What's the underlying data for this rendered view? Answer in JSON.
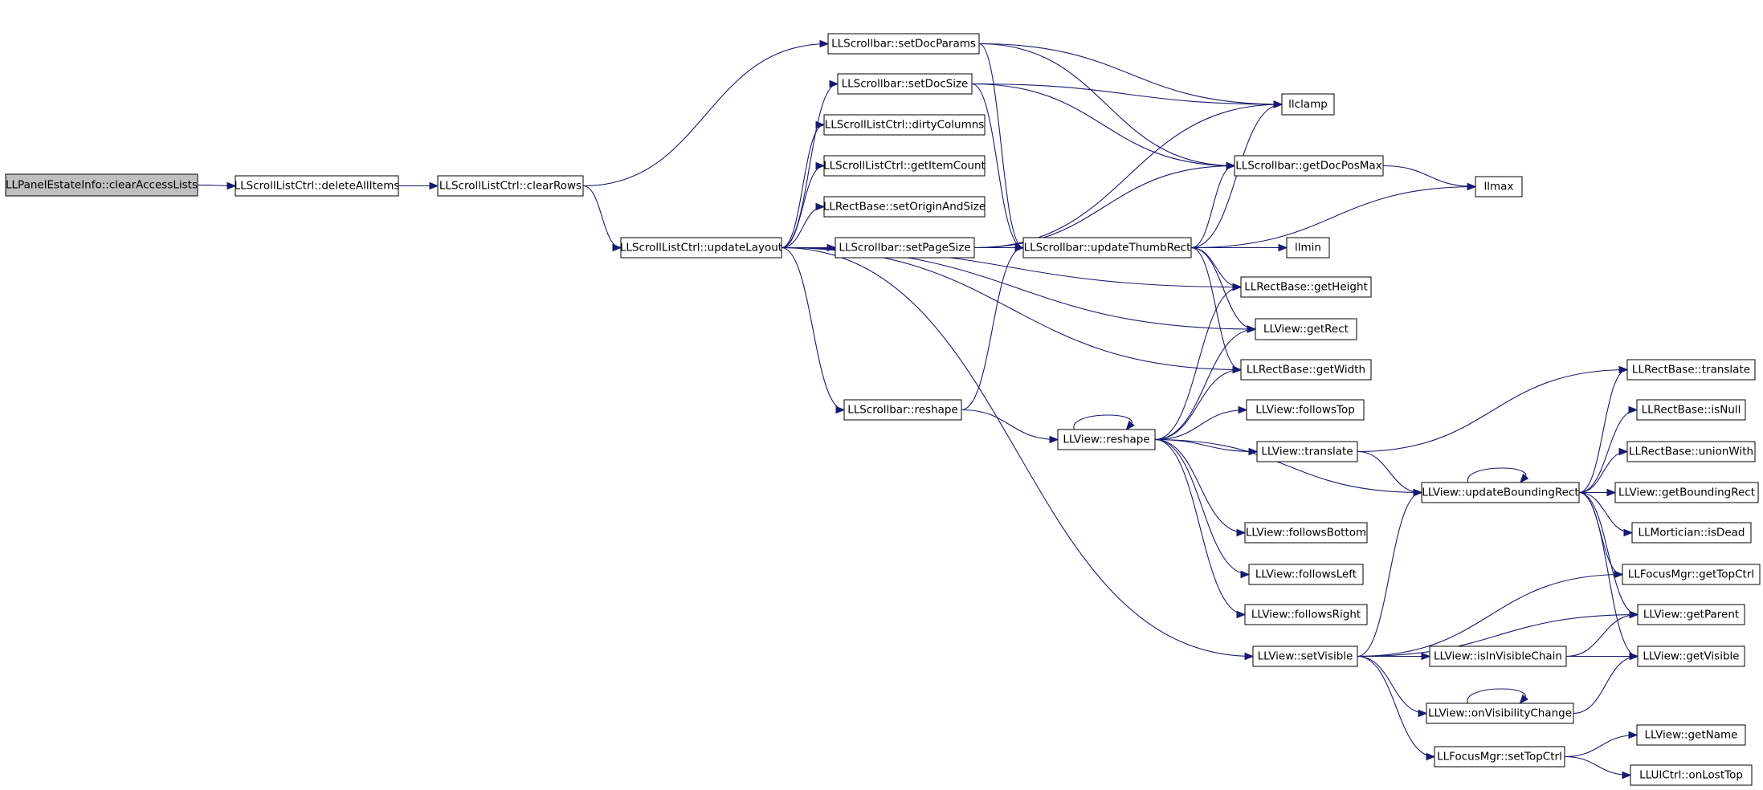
{
  "graph": {
    "edge_color": "#191970",
    "node_border": "#000000",
    "root_fill": "#bfbfbf",
    "node_fill": "#ffffff",
    "nodes": [
      {
        "id": "n0",
        "label": "LLPanelEstateInfo::clearAccessLists",
        "root": true
      },
      {
        "id": "n1",
        "label": "LLScrollListCtrl::deleteAllItems"
      },
      {
        "id": "n2",
        "label": "LLScrollListCtrl::clearRows"
      },
      {
        "id": "n3",
        "label": "LLScrollbar::setDocParams"
      },
      {
        "id": "n4",
        "label": "LLScrollListCtrl::updateLayout"
      },
      {
        "id": "n5",
        "label": "llclamp"
      },
      {
        "id": "n6",
        "label": "LLScrollbar::getDocPosMax"
      },
      {
        "id": "n7",
        "label": "LLScrollbar::updateThumbRect"
      },
      {
        "id": "n8",
        "label": "LLScrollbar::setDocSize"
      },
      {
        "id": "n9",
        "label": "LLScrollListCtrl::dirtyColumns"
      },
      {
        "id": "n10",
        "label": "LLScrollListCtrl::getItemCount"
      },
      {
        "id": "n11",
        "label": "LLRectBase::setOriginAndSize"
      },
      {
        "id": "n12",
        "label": "LLScrollbar::setPageSize"
      },
      {
        "id": "n13",
        "label": "LLRectBase::getHeight"
      },
      {
        "id": "n14",
        "label": "LLView::getRect"
      },
      {
        "id": "n15",
        "label": "LLRectBase::getWidth"
      },
      {
        "id": "n16",
        "label": "LLScrollbar::reshape"
      },
      {
        "id": "n17",
        "label": "LLView::setVisible"
      },
      {
        "id": "n18",
        "label": "llmax"
      },
      {
        "id": "n19",
        "label": "llmin"
      },
      {
        "id": "n20",
        "label": "LLView::reshape"
      },
      {
        "id": "n21",
        "label": "LLView::followsTop"
      },
      {
        "id": "n22",
        "label": "LLView::translate"
      },
      {
        "id": "n23",
        "label": "LLView::updateBoundingRect"
      },
      {
        "id": "n24",
        "label": "LLView::followsBottom"
      },
      {
        "id": "n25",
        "label": "LLView::followsLeft"
      },
      {
        "id": "n26",
        "label": "LLView::followsRight"
      },
      {
        "id": "n27",
        "label": "LLRectBase::translate"
      },
      {
        "id": "n28",
        "label": "LLRectBase::isNull"
      },
      {
        "id": "n29",
        "label": "LLRectBase::unionWith"
      },
      {
        "id": "n30",
        "label": "LLView::getBoundingRect"
      },
      {
        "id": "n31",
        "label": "LLMortician::isDead"
      },
      {
        "id": "n32",
        "label": "LLFocusMgr::getTopCtrl"
      },
      {
        "id": "n33",
        "label": "LLView::getParent"
      },
      {
        "id": "n34",
        "label": "LLView::getVisible"
      },
      {
        "id": "n35",
        "label": "LLView::isInVisibleChain"
      },
      {
        "id": "n36",
        "label": "LLView::onVisibilityChange"
      },
      {
        "id": "n37",
        "label": "LLFocusMgr::setTopCtrl"
      },
      {
        "id": "n38",
        "label": "LLView::getName"
      },
      {
        "id": "n39",
        "label": "LLUICtrl::onLostTop"
      }
    ],
    "edges": [
      [
        "n0",
        "n1"
      ],
      [
        "n1",
        "n2"
      ],
      [
        "n2",
        "n3"
      ],
      [
        "n2",
        "n4"
      ],
      [
        "n3",
        "n5"
      ],
      [
        "n3",
        "n6"
      ],
      [
        "n3",
        "n7"
      ],
      [
        "n4",
        "n8"
      ],
      [
        "n4",
        "n9"
      ],
      [
        "n4",
        "n10"
      ],
      [
        "n4",
        "n11"
      ],
      [
        "n4",
        "n12"
      ],
      [
        "n4",
        "n13"
      ],
      [
        "n4",
        "n14"
      ],
      [
        "n4",
        "n15"
      ],
      [
        "n4",
        "n16"
      ],
      [
        "n4",
        "n17"
      ],
      [
        "n8",
        "n5"
      ],
      [
        "n8",
        "n6"
      ],
      [
        "n8",
        "n7"
      ],
      [
        "n12",
        "n5"
      ],
      [
        "n12",
        "n6"
      ],
      [
        "n12",
        "n7"
      ],
      [
        "n6",
        "n18"
      ],
      [
        "n7",
        "n5"
      ],
      [
        "n7",
        "n6"
      ],
      [
        "n7",
        "n18"
      ],
      [
        "n7",
        "n19"
      ],
      [
        "n7",
        "n13"
      ],
      [
        "n7",
        "n14"
      ],
      [
        "n7",
        "n15"
      ],
      [
        "n16",
        "n7"
      ],
      [
        "n16",
        "n20"
      ],
      [
        "n20",
        "n20"
      ],
      [
        "n20",
        "n13"
      ],
      [
        "n20",
        "n14"
      ],
      [
        "n20",
        "n15"
      ],
      [
        "n20",
        "n21"
      ],
      [
        "n20",
        "n22"
      ],
      [
        "n20",
        "n23"
      ],
      [
        "n20",
        "n24"
      ],
      [
        "n20",
        "n25"
      ],
      [
        "n20",
        "n26"
      ],
      [
        "n22",
        "n27"
      ],
      [
        "n22",
        "n23"
      ],
      [
        "n23",
        "n23"
      ],
      [
        "n23",
        "n27"
      ],
      [
        "n23",
        "n28"
      ],
      [
        "n23",
        "n29"
      ],
      [
        "n23",
        "n30"
      ],
      [
        "n23",
        "n31"
      ],
      [
        "n23",
        "n32"
      ],
      [
        "n23",
        "n33"
      ],
      [
        "n23",
        "n34"
      ],
      [
        "n17",
        "n23"
      ],
      [
        "n17",
        "n32"
      ],
      [
        "n17",
        "n33"
      ],
      [
        "n17",
        "n35"
      ],
      [
        "n17",
        "n36"
      ],
      [
        "n17",
        "n37"
      ],
      [
        "n35",
        "n33"
      ],
      [
        "n35",
        "n34"
      ],
      [
        "n36",
        "n36"
      ],
      [
        "n36",
        "n34"
      ],
      [
        "n37",
        "n38"
      ],
      [
        "n37",
        "n39"
      ]
    ]
  }
}
